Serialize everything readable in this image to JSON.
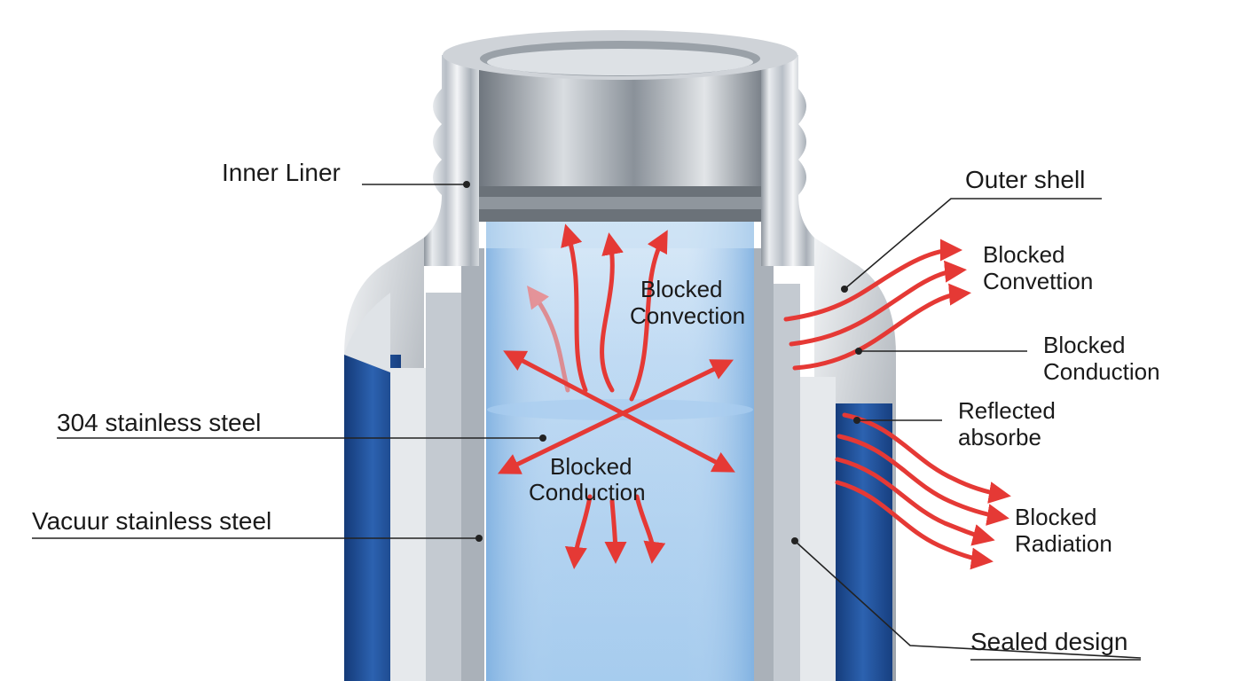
{
  "labels": {
    "inner_liner": "Inner Liner",
    "stainless_304": "304 stainless steel",
    "vacuum_steel": "Vacuur stainless steel",
    "outer_shell": "Outer shell",
    "blocked_convettion": [
      "Blocked",
      "Convettion"
    ],
    "blocked_conduction_right": [
      "Blocked",
      "Conduction"
    ],
    "reflected_absorbe": [
      "Reflected",
      "absorbe"
    ],
    "blocked_radiation": [
      "Blocked",
      "Radiation"
    ],
    "sealed_design": "Sealed design",
    "inner_blocked_convection": [
      "Blocked",
      "Convection"
    ],
    "inner_blocked_conduction": [
      "Blocked",
      "Conduction"
    ]
  },
  "colors": {
    "outer_blue": "#1f4e96",
    "steel": "#c9ced4",
    "liquid": "#9fc8ee",
    "heat_arrow": "#e53935"
  },
  "icons": {
    "arrows": "heat-flow-arrow"
  }
}
